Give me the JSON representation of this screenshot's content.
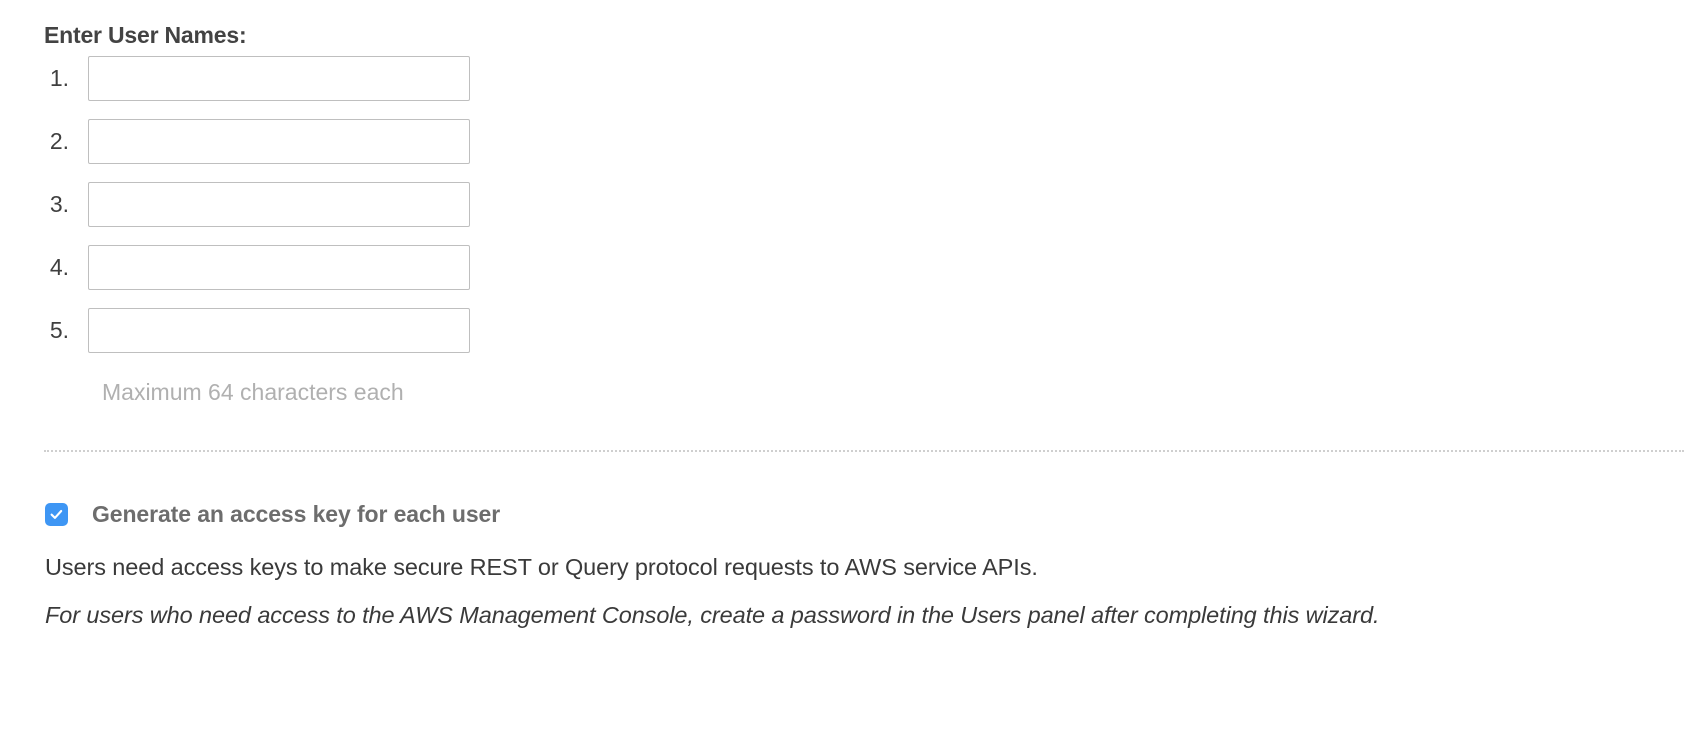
{
  "form": {
    "heading": "Enter User Names:",
    "user_fields": [
      {
        "number": "1.",
        "value": "",
        "placeholder": ""
      },
      {
        "number": "2.",
        "value": "",
        "placeholder": ""
      },
      {
        "number": "3.",
        "value": "",
        "placeholder": ""
      },
      {
        "number": "4.",
        "value": "",
        "placeholder": ""
      },
      {
        "number": "5.",
        "value": "",
        "placeholder": ""
      }
    ],
    "max_hint": "Maximum 64 characters each"
  },
  "access_key": {
    "checked": true,
    "checkbox_icon": "check-icon",
    "label": "Generate an access key for each user",
    "description": "Users need access keys to make secure REST or Query protocol requests to AWS service APIs.",
    "note": "For users who need access to the AWS Management Console, create a password in the Users panel after completing this wizard."
  },
  "colors": {
    "checkbox_accent": "#3e96f4",
    "heading_text": "#434343",
    "hint_text": "#b0b0b0",
    "body_text": "#3a3a3a",
    "input_border": "#bfbfbf",
    "divider": "#cfcfcf"
  }
}
